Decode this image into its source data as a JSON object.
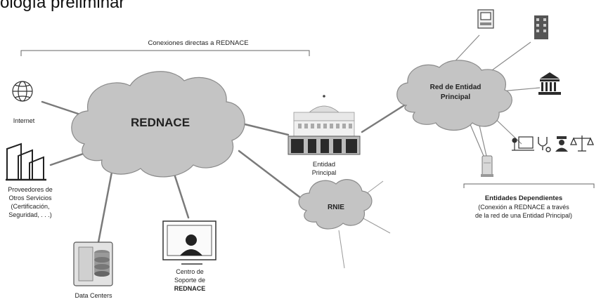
{
  "title": "ología preliminar",
  "bracket_label": "Conexiones directas a REDNACE",
  "rednace_label": "REDNACE",
  "rnie_label": "RNIE",
  "red_entidad_label_1": "Red de Entidad",
  "red_entidad_label_2": "Principal",
  "internet_label": "Internet",
  "proveedores_lines": [
    "Proveedores de",
    "Otros Servicios",
    "(Certificación,",
    "Seguridad, . . .)"
  ],
  "datacenters_label": "Data Centers",
  "soporte_lines": [
    "Centro de",
    "Soporte de",
    "REDNACE"
  ],
  "entidad_principal_lines": [
    "Entidad",
    "Principal"
  ],
  "dependientes_title": "Entidades Dependientes",
  "dependientes_lines": [
    "(Conexión a REDNACE a través",
    "de la red de una Entidad Principal)"
  ],
  "icons": [
    "globe-icon",
    "buildings-icon",
    "database-server-icon",
    "support-monitor-icon",
    "government-building-icon",
    "computer-terminal-icon",
    "office-building-icon",
    "bank-icon",
    "school-icon",
    "stethoscope-icon",
    "police-icon",
    "justice-scale-icon",
    "server-tower-icon"
  ],
  "colors": {
    "cloud_fill": "#c4c4c4",
    "cloud_stroke": "#8a8a8a",
    "line": "#7a7a7a"
  }
}
